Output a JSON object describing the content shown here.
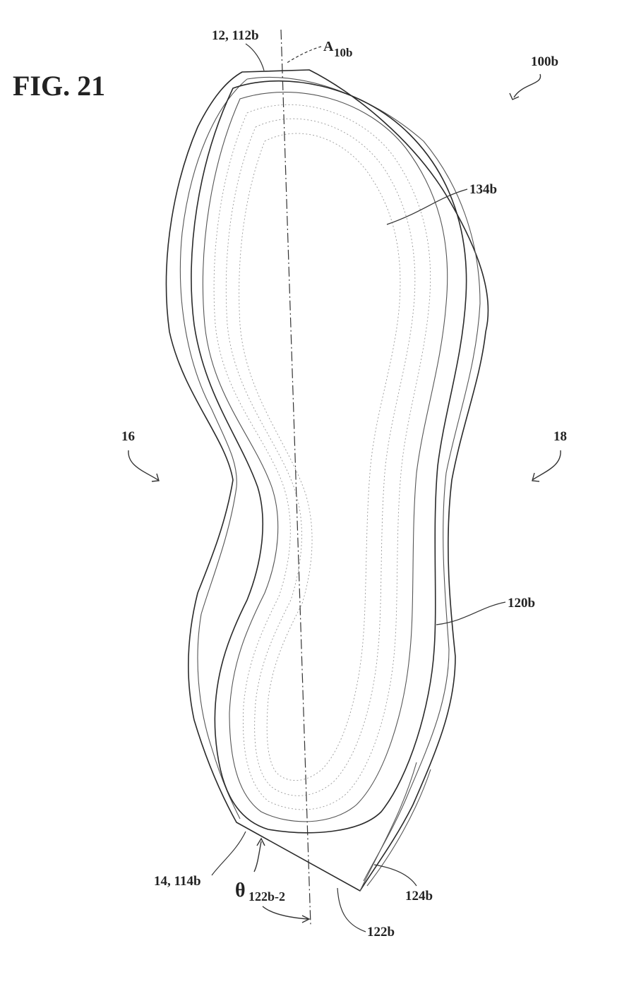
{
  "figure": {
    "title": "FIG. 21",
    "labels": {
      "assembly": "100b",
      "toe_end": "12, 112b",
      "axis": "A",
      "axis_sub": "10b",
      "insole": "134b",
      "side_left": "16",
      "side_right": "18",
      "body": "120b",
      "heel_end": "14, 114b",
      "angle_symbol": "θ",
      "angle_sub": "122b-2",
      "heel_edge": "122b",
      "heel_face": "124b"
    }
  }
}
